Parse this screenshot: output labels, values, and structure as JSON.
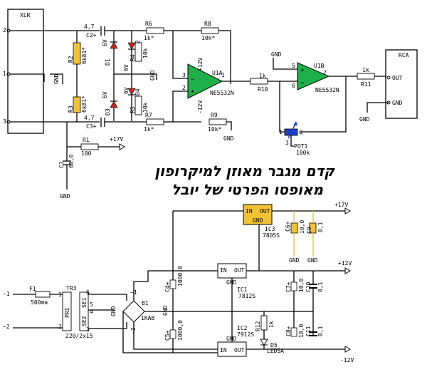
{
  "title": {
    "line1": "קדם מגבר מאוזן למיקרופון",
    "line2": "מאופסו הפרטי של יובל"
  },
  "xlr": {
    "label": "XLR",
    "pins": [
      "2",
      "1",
      "3"
    ]
  },
  "rca": {
    "label": "RCA",
    "pins": [
      "OUT",
      "GND"
    ]
  },
  "ground_label": "GND",
  "power_in": [
    "~1",
    "~2"
  ],
  "rails": {
    "pos17": "+17V",
    "pos12": "+12V",
    "neg12": "-12V"
  },
  "opamps": {
    "u1a": {
      "name": "U1A",
      "part": "NE5532N",
      "pins": [
        "3",
        "2",
        "1"
      ],
      "supply_pos": "+12V",
      "supply_neg": "-12V"
    },
    "u1b": {
      "name": "U1B",
      "part": "NE5532N",
      "pins": [
        "5",
        "6",
        "7"
      ]
    }
  },
  "components": {
    "c1": "C1",
    "c1v": "68,0",
    "r1": "R1",
    "r1v": "100",
    "c2": "C2+",
    "c2v": "4,7",
    "c3": "C3+",
    "c3v": "4,7",
    "r2": "R2",
    "r2v": "6k81*",
    "r3": "R3",
    "r3v": "6k81*",
    "d1": "D1",
    "d2": "D2",
    "d3": "D3",
    "d4": "D4",
    "dv": "6V",
    "r4": "R4",
    "r4v": "10k",
    "r5": "R5",
    "r5v": "10k",
    "r6": "R6",
    "r6v": "1k*",
    "r7": "R7",
    "r7v": "1k*",
    "r8": "R8",
    "r8v": "10k*",
    "r9": "R9",
    "r9v": "10k*",
    "r10": "R10",
    "r10v": "1k",
    "r11": "R11",
    "r11v": "1k",
    "pot1": "POT1",
    "pot1v": "100k",
    "pot_pins": [
      "1",
      "2",
      "3"
    ],
    "f1": "F1",
    "f1v": "500ma",
    "tr3": "TR3",
    "tr3v": "220/2x15",
    "tr_pri": "PRI",
    "tr_sec1": "SE1",
    "tr_sec2": "SE2",
    "tr_pins": [
      "1",
      "2",
      "3",
      "4",
      "5",
      "6"
    ],
    "b1": "B1",
    "b1v": "1KAB",
    "ic3": "IC3",
    "ic3v": "7805S",
    "ic1": "IC1",
    "ic1v": "7812S",
    "ic2": "IC2",
    "ic2v": "7912S",
    "reg_in": "IN",
    "reg_out": "OUT",
    "reg_gnd": "GND",
    "c4": "C4+",
    "c4v": "1000,0",
    "c5": "C5+",
    "c5v": "1000,0",
    "c6": "C6+",
    "c6v": "10,0",
    "c9": "C9",
    "c9v": "0,1",
    "c7": "C7+",
    "c7v": "10,0",
    "c10": "C10",
    "c10v": "0,1",
    "c8": "C8+",
    "c8v": "10,0",
    "c11": "C11",
    "c11v": "0,1",
    "r12": "R12",
    "r12v": "1k",
    "d5": "D5",
    "d5v": "LED5A"
  },
  "colors": {
    "ic3_fill": "#f2c236",
    "ic3_caps": "#f2c236",
    "pot": "#1a3fc8",
    "diode": "#cc2020",
    "ink": "#000000"
  }
}
